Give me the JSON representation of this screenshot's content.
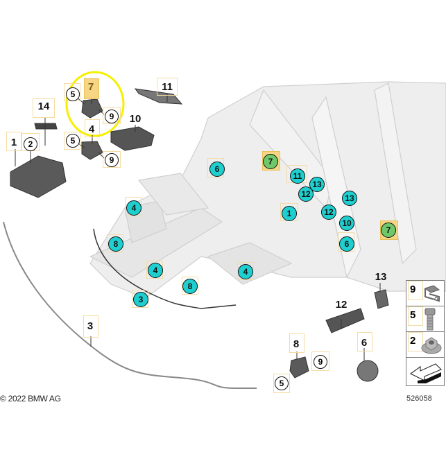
{
  "diagram": {
    "copyright": "© 2022 BMW AG",
    "diagram_number": "526058",
    "highlight_color": "#f6d683",
    "callout_color_teal": "#1fcfcf",
    "callout_color_green": "#6fc86a",
    "selection_ring_color": "#f5f000",
    "part_labels": [
      {
        "id": "14",
        "text": "14"
      },
      {
        "id": "1",
        "text": "1"
      },
      {
        "id": "2",
        "text": "2"
      },
      {
        "id": "7",
        "text": "7",
        "highlighted": true
      },
      {
        "id": "5a",
        "text": "5"
      },
      {
        "id": "9a",
        "text": "9"
      },
      {
        "id": "4",
        "text": "4"
      },
      {
        "id": "5b",
        "text": "5"
      },
      {
        "id": "9b",
        "text": "9"
      },
      {
        "id": "10",
        "text": "10"
      },
      {
        "id": "11",
        "text": "11"
      },
      {
        "id": "3",
        "text": "3"
      },
      {
        "id": "13",
        "text": "13"
      },
      {
        "id": "12",
        "text": "12"
      },
      {
        "id": "8",
        "text": "8"
      },
      {
        "id": "9c",
        "text": "9"
      },
      {
        "id": "5c",
        "text": "5"
      },
      {
        "id": "6",
        "text": "6"
      }
    ],
    "vehicle_callouts": [
      {
        "text": "6"
      },
      {
        "text": "7"
      },
      {
        "text": "11"
      },
      {
        "text": "13"
      },
      {
        "text": "12"
      },
      {
        "text": "1"
      },
      {
        "text": "12"
      },
      {
        "text": "13"
      },
      {
        "text": "10"
      },
      {
        "text": "6"
      },
      {
        "text": "7"
      },
      {
        "text": "4"
      },
      {
        "text": "8"
      },
      {
        "text": "4"
      },
      {
        "text": "8"
      },
      {
        "text": "3"
      },
      {
        "text": "4"
      }
    ],
    "hardware_legend": [
      {
        "text": "9",
        "icon": "clip-nut-icon"
      },
      {
        "text": "5",
        "icon": "screw-icon"
      },
      {
        "text": "2",
        "icon": "hex-nut-icon"
      },
      {
        "text": "",
        "icon": "arrow-icon"
      }
    ]
  }
}
